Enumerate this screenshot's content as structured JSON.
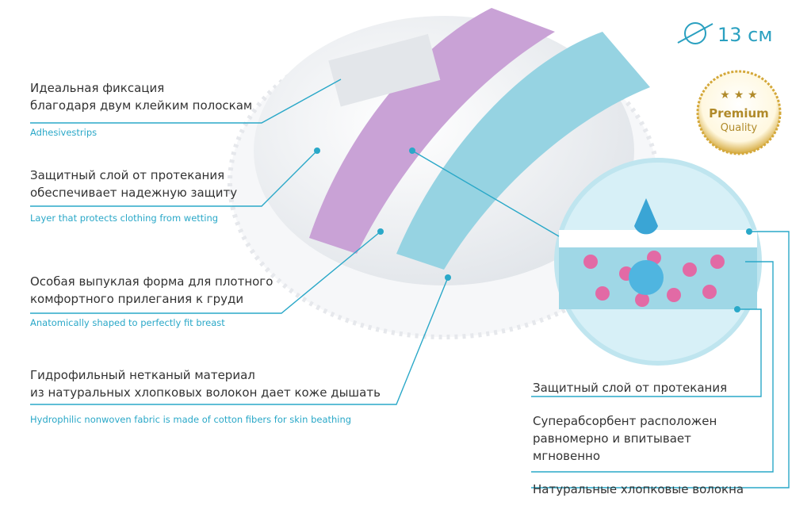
{
  "size": {
    "diameter": "13 см"
  },
  "badge": {
    "stars": "★ ★ ★",
    "line1": "Premium",
    "line2": "Quality"
  },
  "callouts": [
    {
      "ru1": "Идеальная фиксация",
      "ru2": "благодаря двум клейким полоскам",
      "en": "Adhesivestrips"
    },
    {
      "ru1": "Защитный слой от протекания",
      "ru2": "обеспечивает надежную защиту",
      "en": "Layer that protects clothing from wetting"
    },
    {
      "ru1": "Особая выпуклая форма для плотного",
      "ru2": "комфортного прилегания к груди",
      "en": "Anatomically shaped to perfectly fit breast"
    },
    {
      "ru1": "Гидрофильный нетканый материал",
      "ru2": "из натуральных хлопковых волокон дает коже дышать",
      "en": "Hydrophilic nonwoven fabric is made of cotton fibers for skin beathing"
    }
  ],
  "layers": [
    {
      "ru1": "Защитный слой от протекания"
    },
    {
      "ru1": "Суперабсорбент  расположен",
      "ru2": "равномерно и впитывает",
      "ru3": "мгновенно"
    },
    {
      "ru1": "Натуральные хлопковые волокна"
    }
  ],
  "colors": {
    "accent": "#2aa8c8",
    "purple": "#c49ad2",
    "blue": "#8fd0e0",
    "gold": "#d4a83a"
  }
}
